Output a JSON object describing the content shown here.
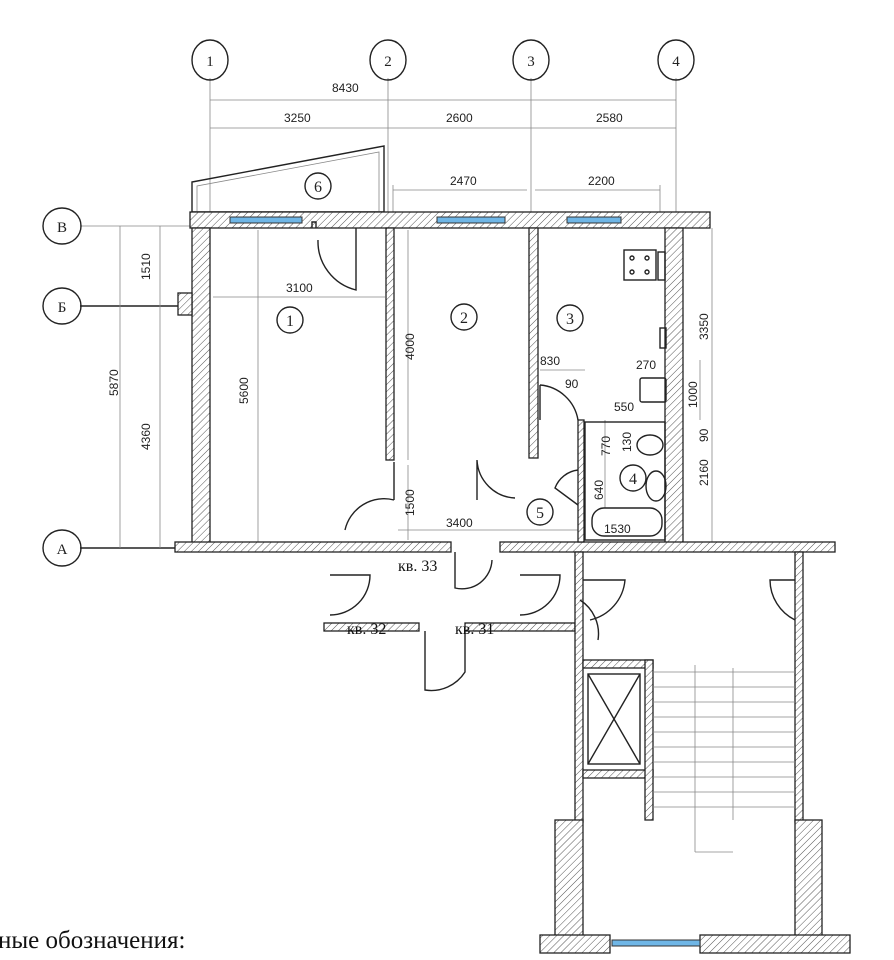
{
  "axes": {
    "columns": [
      "1",
      "2",
      "3",
      "4"
    ],
    "rows": [
      "В",
      "Б",
      "А"
    ]
  },
  "dimensions": {
    "total_width": "8430",
    "span_1_2": "3250",
    "span_2_3": "2600",
    "span_3_4": "2580",
    "room2_width": "2470",
    "room3_width": "2200",
    "room1_width": "3100",
    "total_depth": "5870",
    "depth_v_b": "1510",
    "depth_b_a": "4360",
    "room1_depth": "5600",
    "room2_depth": "4000",
    "kitchen_depth": "3350",
    "door_830": "830",
    "gap_90a": "90",
    "sink_270": "270",
    "sink_1000": "1000",
    "gap_90b": "90",
    "sink_550": "550",
    "bath_770": "770",
    "bath_130": "130",
    "bath_640": "640",
    "bath_2160": "2160",
    "bathtub_1530": "1530",
    "hall_1500": "1500",
    "hall_3400": "3400"
  },
  "rooms": [
    "1",
    "2",
    "3",
    "4",
    "5",
    "6"
  ],
  "apartments": {
    "a33": "кв. 33",
    "a32": "кв. 32",
    "a31": "кв. 31"
  },
  "legend_title": "ные обозначения:",
  "colors": {
    "window": "#6fb6e6",
    "line": "#222222"
  }
}
